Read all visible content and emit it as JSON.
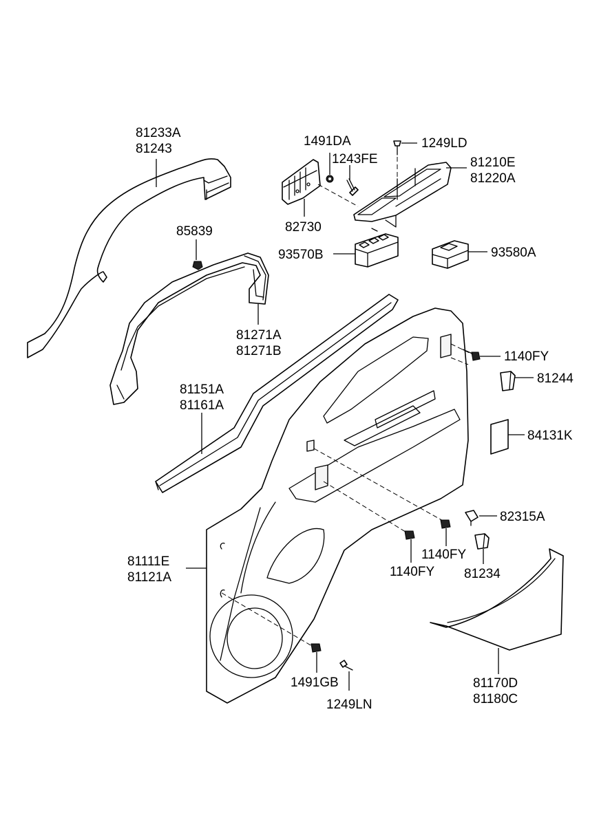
{
  "labels": {
    "l_81233A": "81233A",
    "l_81243": "81243",
    "l_1491DA": "1491DA",
    "l_1243FE": "1243FE",
    "l_1249LD": "1249LD",
    "l_81210E": "81210E",
    "l_81220A": "81220A",
    "l_82730": "82730",
    "l_85839": "85839",
    "l_93570B": "93570B",
    "l_93580A": "93580A",
    "l_81271A": "81271A",
    "l_81271B": "81271B",
    "l_1140FY_a": "1140FY",
    "l_81244": "81244",
    "l_81151A": "81151A",
    "l_81161A": "81161A",
    "l_84131K": "84131K",
    "l_82315A": "82315A",
    "l_1140FY_b": "1140FY",
    "l_1140FY_c": "1140FY",
    "l_81234": "81234",
    "l_81111E": "81111E",
    "l_81121A": "81121A",
    "l_1491GB": "1491GB",
    "l_1249LN": "1249LN",
    "l_81170D": "81170D",
    "l_81180C": "81180C"
  }
}
